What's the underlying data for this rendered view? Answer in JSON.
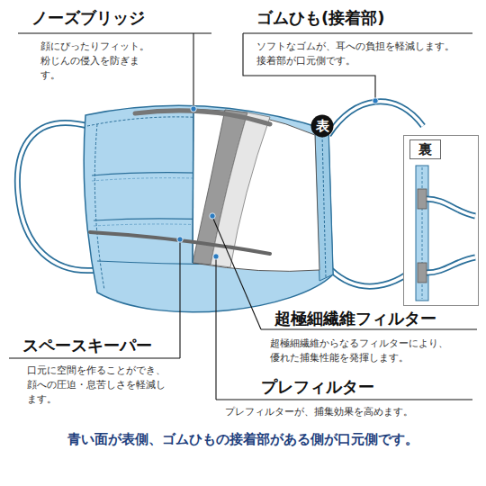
{
  "diagram": {
    "caption": "青い面が表側、ゴムひもの接着部がある側が口元側です。",
    "nodes": [
      {
        "text": [
          "表"
        ]
      },
      {
        "text": [
          "裏"
        ]
      }
    ],
    "edges": [],
    "labels": [
      "ノーズブリッジ",
      "顔にぴったりフィット。粉じんの侵入を防ぎます。",
      "ゴムひも(接着部)",
      "ソフトなゴムが、耳への負担を軽減します。接着部が口元側です。",
      "超極細繊維フィルター",
      "超極細繊維からなるフィルターにより、優れた捕集性能を発揮します。",
      "スペースキーパー",
      "口元に空間を作ることができ、顔への圧迫・息苦しさを軽減します。",
      "プレフィルター",
      "プレフィルターが、捕集効果を高めます。"
    ]
  }
}
